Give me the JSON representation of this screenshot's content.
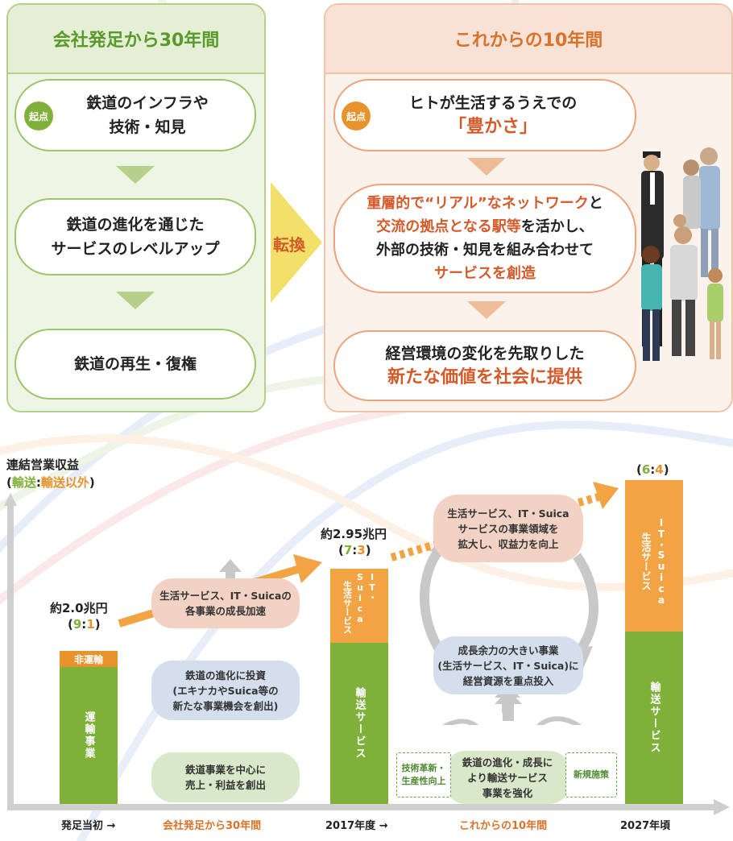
{
  "colors": {
    "green": "#7fb03a",
    "green_light": "#eef5e4",
    "orange": "#e8922c",
    "orange_light": "#fbece2",
    "salmon_box": "#f2d3c3",
    "blue_box": "#d4deec",
    "green_box": "#d9e8c8",
    "arrow_gray": "#b9b9b9"
  },
  "left_panel": {
    "title": "会社発足から30年間",
    "badge": "起点",
    "box1_line1": "鉄道のインフラや",
    "box1_line2": "技術・知見",
    "box2_line1": "鉄道の進化を通じた",
    "box2_line2": "サービスのレベルアップ",
    "box3": "鉄道の再生・復権"
  },
  "transition": "転換",
  "right_panel": {
    "title": "これからの10年間",
    "badge": "起点",
    "box1_line1": "ヒトが生活するうえでの",
    "box1_line2": "「豊かさ」",
    "box2_hl1": "重層的で“リアル”なネットワーク",
    "box2_t1": "と",
    "box2_hl2": "交流の拠点となる駅等",
    "box2_t2": "を活かし、",
    "box2_line3": "外部の技術・知見を組み合わせて",
    "box2_hl3": "サービスを創造",
    "box3_line1": "経営環境の変化を先取りした",
    "box3_line2": "新たな価値を社会に提供"
  },
  "chart": {
    "y_title": "連結営業収益",
    "y_sub_open": "(",
    "y_sub_a": "輸送",
    "y_sub_colon": ":",
    "y_sub_b": "輸送以外",
    "y_sub_close": ")",
    "bar1": {
      "amount": "約2.0兆円",
      "ratio_open": "(",
      "ratio_a": "9",
      "ratio_colon": ":",
      "ratio_b": "1",
      "ratio_close": ")",
      "top_label": "非運輸",
      "bottom_label": "運輸事業"
    },
    "bar2": {
      "amount": "約2.95兆円",
      "ratio_open": "(",
      "ratio_a": "7",
      "ratio_colon": ":",
      "ratio_b": "3",
      "ratio_close": ")",
      "top_label_1": "生活サービス",
      "top_label_2": "IT・Suica",
      "bottom_label": "輸送サービス"
    },
    "bar3": {
      "ratio_open": "(",
      "ratio_a": "6",
      "ratio_colon": ":",
      "ratio_b": "4",
      "ratio_close": ")",
      "top_label_1": "生活サービス",
      "top_label_2": "IT・Suica",
      "bottom_label": "輸送サービス"
    },
    "box_growth": "生活サービス、IT・Suicaの\n各事業の成長加速",
    "box_invest": "鉄道の進化に投資\n(エキナカやSuica等の\n新たな事業機会を創出)",
    "box_core": "鉄道事業を中心に\n売上・利益を創出",
    "box_expand": "生活サービス、IT・Suica\nサービスの事業領域を\n拡大し、収益力を向上",
    "box_focus": "成長余力の大きい事業\n(生活サービス、IT・Suica)に\n経営資源を重点投入",
    "box_strengthen": "鉄道の進化・成長に\nより輸送サービス\n事業を強化",
    "tag_tech": "技術革新・\n生産性向上",
    "tag_new": "新規施策"
  },
  "x_axis": {
    "start": "発足当初 →",
    "period1": "会社発足から30年間",
    "mid": "2017年度 →",
    "period2": "これからの10年間",
    "end": "2027年頃"
  }
}
